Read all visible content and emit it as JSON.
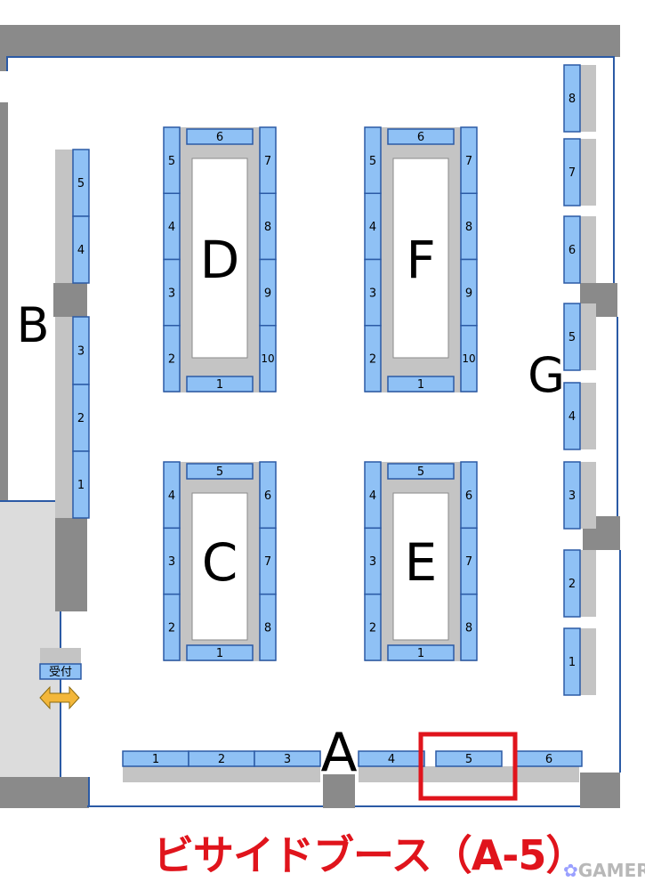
{
  "colors": {
    "booth": "#8fc1f5",
    "booth_border": "#2b5aa5",
    "wall": "#8a8a8a",
    "shadow": "#c4c4c4",
    "highlight": "#e0141c",
    "floor_left": "#dcdcdc",
    "arrow": "#f3b73a"
  },
  "areas": {
    "A": "A",
    "B": "B",
    "C": "C",
    "D": "D",
    "E": "E",
    "F": "F",
    "G": "G"
  },
  "booths": {
    "A": [
      "1",
      "2",
      "3",
      "4",
      "5",
      "6"
    ],
    "B": [
      "1",
      "2",
      "3",
      "4",
      "5"
    ],
    "C": [
      "1",
      "2",
      "3",
      "4",
      "5",
      "6",
      "7",
      "8"
    ],
    "D": [
      "1",
      "2",
      "3",
      "4",
      "5",
      "6",
      "7",
      "8",
      "9",
      "10"
    ],
    "E": [
      "1",
      "2",
      "3",
      "4",
      "5",
      "6",
      "7",
      "8"
    ],
    "F": [
      "1",
      "2",
      "3",
      "4",
      "5",
      "6",
      "7",
      "8",
      "9",
      "10"
    ],
    "G": [
      "1",
      "2",
      "3",
      "4",
      "5",
      "6",
      "7",
      "8"
    ]
  },
  "reception_label": "受付",
  "highlight_target": "A-5",
  "caption": "ビサイドブース（A-5）",
  "watermark": "GAMER",
  "watermark_icon": "gamer-logo-icon"
}
